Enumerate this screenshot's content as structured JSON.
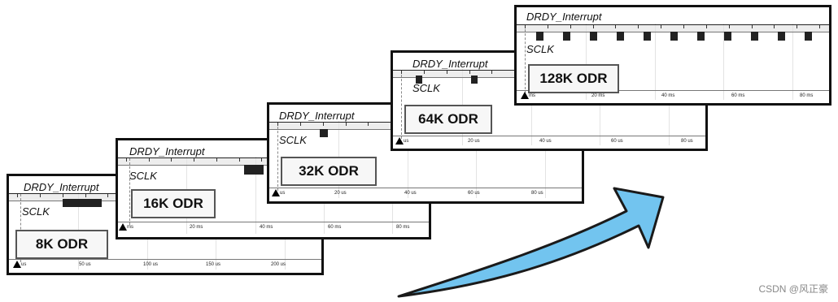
{
  "signals": {
    "drdy": "DRDY_Interrupt",
    "sclk": "SCLK"
  },
  "panels": [
    {
      "odr": "8K ODR",
      "ticks": [
        "us",
        "50 us",
        "100 us",
        "150 us",
        "200 us"
      ]
    },
    {
      "odr": "16K ODR",
      "ticks": [
        "ms",
        "20 ms",
        "40 ms",
        "60 ms",
        "80 ms"
      ]
    },
    {
      "odr": "32K ODR",
      "ticks": [
        "us",
        "20 us",
        "40 us",
        "60 us",
        "80 us"
      ]
    },
    {
      "odr": "64K ODR",
      "ticks": [
        "us",
        "20 us",
        "40 us",
        "60 us",
        "80 us"
      ]
    },
    {
      "odr": "128K ODR",
      "ticks": [
        "ms",
        "20 ms",
        "40 ms",
        "60 ms",
        "80 ms"
      ]
    }
  ],
  "arrow": {
    "color": "#72c4ef",
    "outline": "#1a1a1a"
  },
  "watermark": "CSDN @风正豪"
}
